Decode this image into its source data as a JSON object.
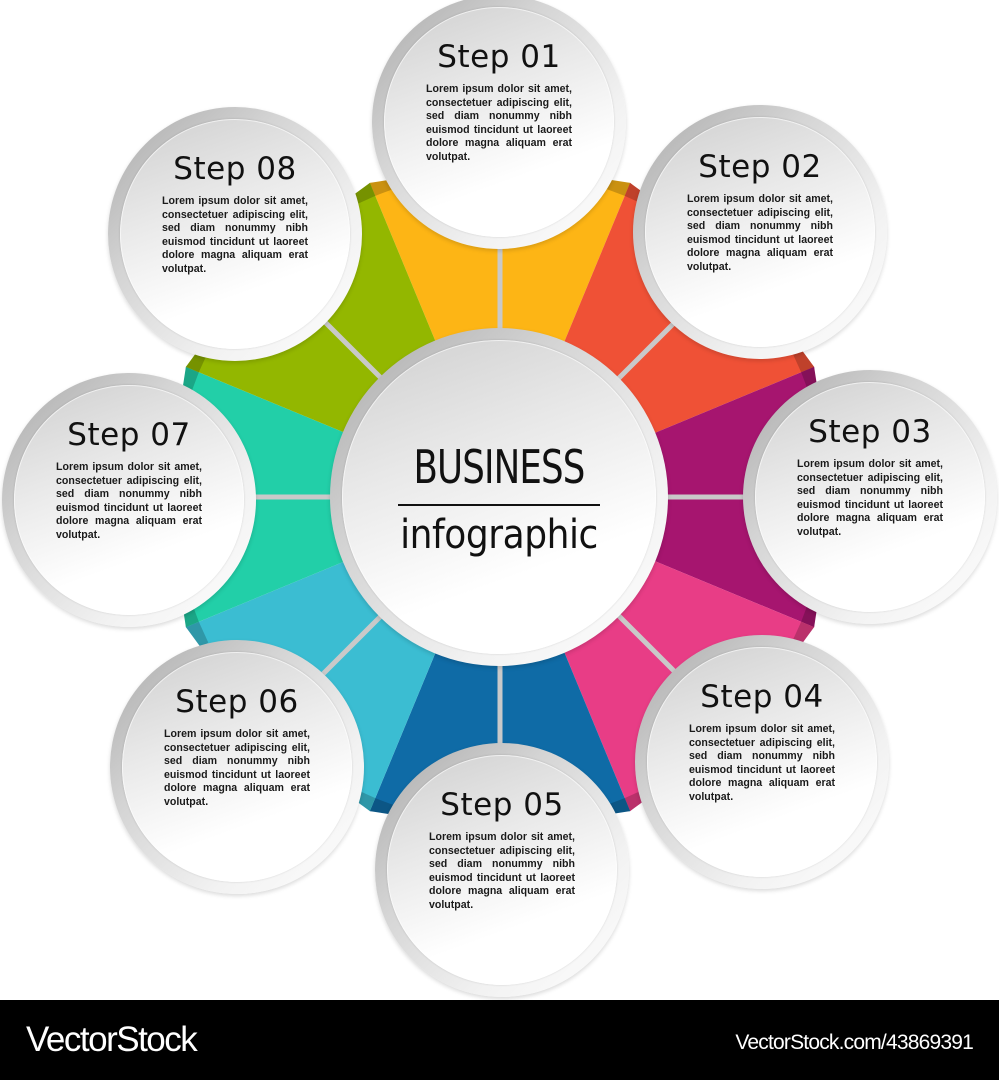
{
  "center": {
    "title": "BUSINESS",
    "subtitle": "infographic"
  },
  "steps": [
    {
      "label": "Step 01",
      "text": "Lorem ipsum dolor sit amet, consectetuer adipiscing elit, sed diam nonummy nibh euismod tincidunt ut laoreet dolore magna aliquam erat volutpat.",
      "color": "#FDB515"
    },
    {
      "label": "Step 02",
      "text": "Lorem ipsum dolor sit amet, consectetuer adipiscing elit, sed diam nonummy nibh euismod tincidunt ut laoreet dolore magna aliquam erat volutpat.",
      "color": "#EF5136"
    },
    {
      "label": "Step 03",
      "text": "Lorem ipsum dolor sit amet, consectetuer adipiscing elit, sed diam nonummy nibh euismod tincidunt ut laoreet dolore magna aliquam erat volutpat.",
      "color": "#A6156F"
    },
    {
      "label": "Step 04",
      "text": "Lorem ipsum dolor sit amet, consectetuer adipiscing elit, sed diam nonummy nibh euismod tincidunt ut laoreet dolore magna aliquam erat volutpat.",
      "color": "#E83D86"
    },
    {
      "label": "Step 05",
      "text": "Lorem ipsum dolor sit amet, consectetuer adipiscing elit, sed diam nonummy nibh euismod tincidunt ut laoreet dolore magna aliquam erat volutpat.",
      "color": "#0F6BA6"
    },
    {
      "label": "Step 06",
      "text": "Lorem ipsum dolor sit amet, consectetuer adipiscing elit, sed diam nonummy nibh euismod tincidunt ut laoreet dolore magna aliquam erat volutpat.",
      "color": "#3BBDD2"
    },
    {
      "label": "Step 07",
      "text": "Lorem ipsum dolor sit amet, consectetuer adipiscing elit, sed diam nonummy nibh euismod tincidunt ut laoreet dolore magna aliquam erat volutpat.",
      "color": "#22CFA8"
    },
    {
      "label": "Step 08",
      "text": "Lorem ipsum dolor sit amet, consectetuer adipiscing elit, sed diam nonummy nibh euismod tincidunt ut laoreet dolore magna aliquam erat volutpat.",
      "color": "#93B700"
    }
  ],
  "footer": {
    "brand": "VectorStock",
    "reference": "VectorStock.com/43869391"
  }
}
